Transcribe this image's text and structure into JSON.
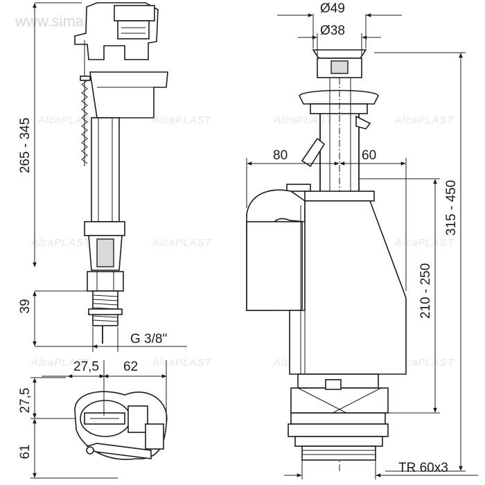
{
  "watermark_site": "www.sima-land.ru",
  "watermark_brand": "AlcaPLAST",
  "left_view": {
    "dim_height_range": "265 - 345",
    "dim_thread_length": "39",
    "dim_thread": "G 3/8\"",
    "dim_width_left": "27,5",
    "dim_width_right": "62",
    "dim_depth_top": "27,5",
    "dim_depth_bottom": "61"
  },
  "right_view": {
    "dim_button_outer": "Ø49",
    "dim_button_inner": "Ø38",
    "dim_left_offset": "80",
    "dim_right_offset": "60",
    "dim_overflow_range": "210 - 250",
    "dim_total_range": "315 - 450",
    "dim_thread_nut": "TR 60x3"
  }
}
